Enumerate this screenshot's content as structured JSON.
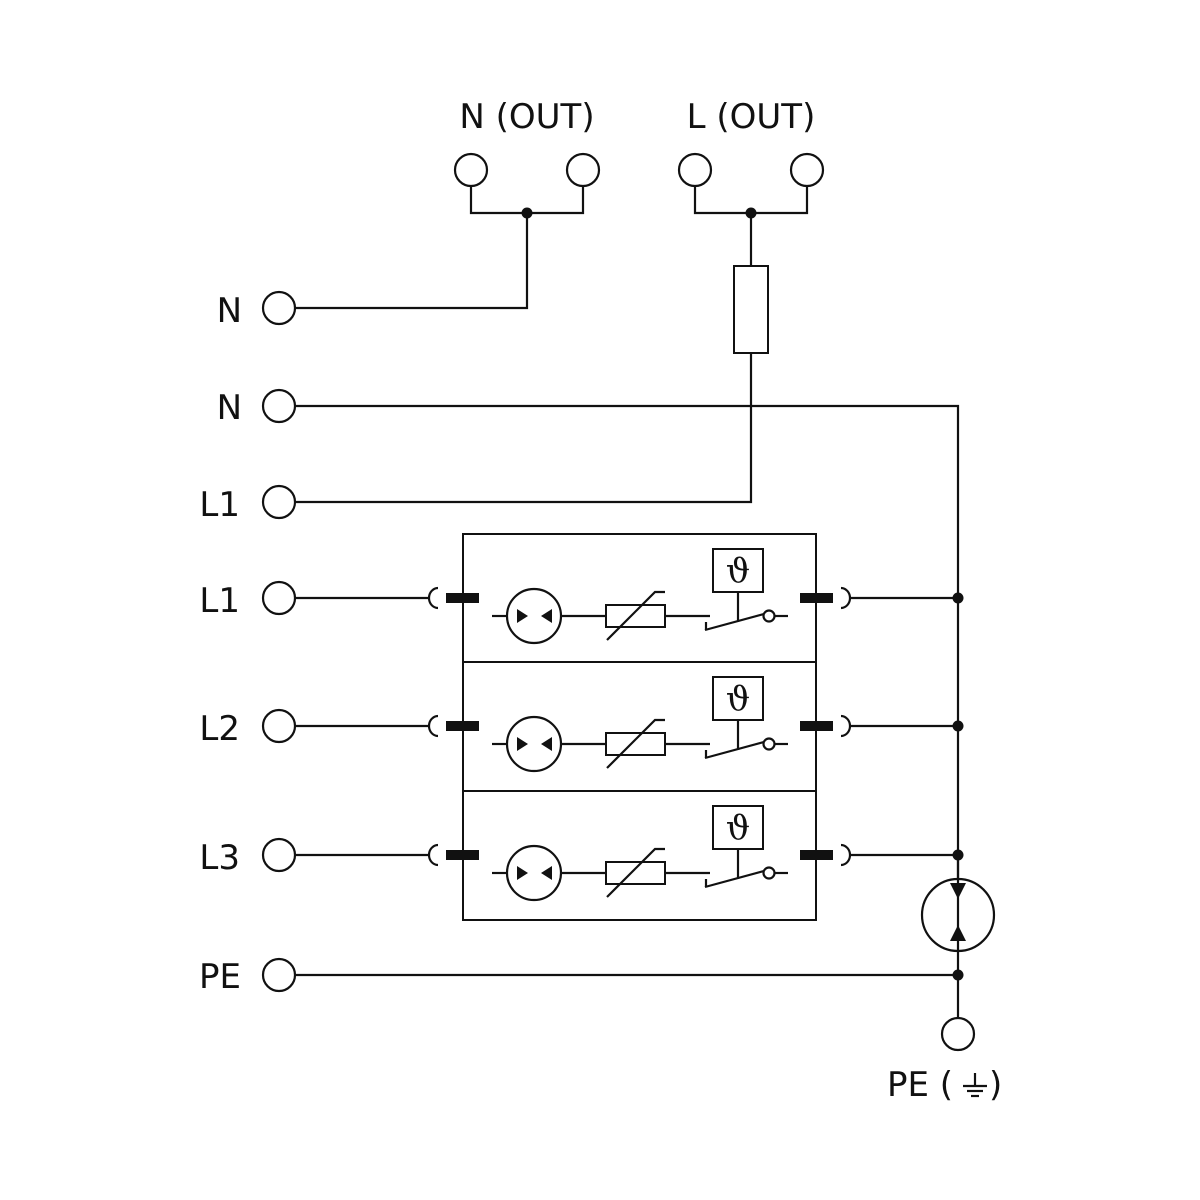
{
  "labels": {
    "n_out": "N (OUT)",
    "l_out": "L (OUT)",
    "n_1": "N",
    "n_2": "N",
    "l1_a": "L1",
    "l1_b": "L1",
    "l2": "L2",
    "l3": "L3",
    "pe": "PE",
    "pe_ground_prefix": "PE (",
    "pe_ground_suffix": ")"
  },
  "modules": [
    {
      "phase": "L1",
      "thermal_symbol": "ϑ"
    },
    {
      "phase": "L2",
      "thermal_symbol": "ϑ"
    },
    {
      "phase": "L3",
      "thermal_symbol": "ϑ"
    }
  ],
  "icons": {
    "terminal": "terminal-icon",
    "fuse": "fuse-icon",
    "gas_discharge_tube": "gas-discharge-tube-icon",
    "varistor": "varistor-icon",
    "thermal_disconnect": "thermal-disconnect-icon",
    "spark_gap": "spark-gap-icon",
    "ground": "ground-icon"
  },
  "colors": {
    "line": "#111111",
    "background": "#ffffff"
  }
}
